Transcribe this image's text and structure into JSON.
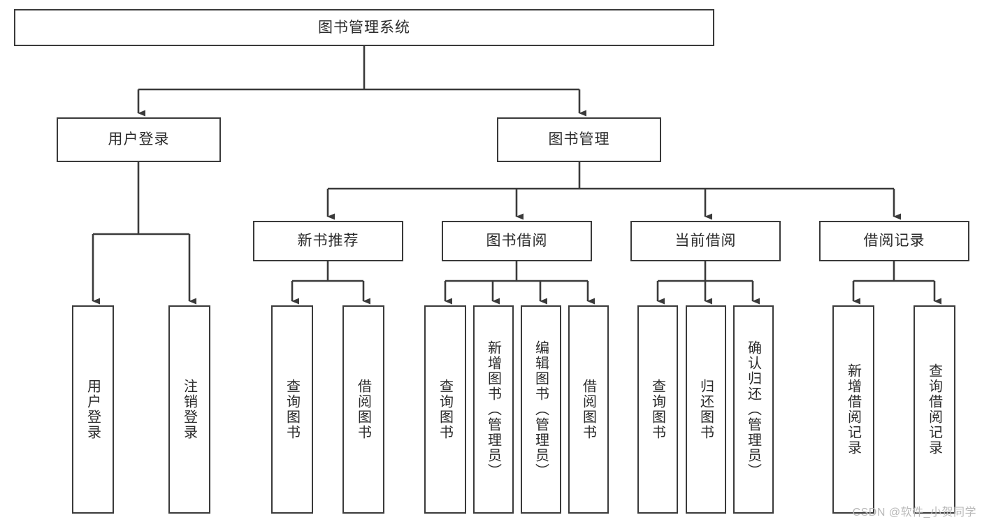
{
  "diagram": {
    "title": "图书管理系统",
    "watermark": "CSDN @软件_小贺同学",
    "edge_color": "#3a3a3a",
    "box_border_color": "#3a3a3a",
    "text_color": "#2b2b2b",
    "background": "#ffffff",
    "root": {
      "label": "图书管理系统"
    },
    "level2": [
      {
        "label": "用户登录"
      },
      {
        "label": "图书管理"
      }
    ],
    "level3": [
      {
        "label": "新书推荐"
      },
      {
        "label": "图书借阅"
      },
      {
        "label": "当前借阅"
      },
      {
        "label": "借阅记录"
      }
    ],
    "leaves": {
      "user_login": [
        {
          "label": "用户登录"
        },
        {
          "label": "注销登录"
        }
      ],
      "new_book_recommend": [
        {
          "label": "查询图书"
        },
        {
          "label": "借阅图书"
        }
      ],
      "book_borrow": [
        {
          "label": "查询图书"
        },
        {
          "label": "新增图书（管理员）"
        },
        {
          "label": "编辑图书（管理员）"
        },
        {
          "label": "借阅图书"
        }
      ],
      "current_borrow": [
        {
          "label": "查询图书"
        },
        {
          "label": "归还图书"
        },
        {
          "label": "确认归还（管理员）"
        }
      ],
      "borrow_record": [
        {
          "label": "新增借阅记录"
        },
        {
          "label": "查询借阅记录"
        }
      ]
    }
  }
}
